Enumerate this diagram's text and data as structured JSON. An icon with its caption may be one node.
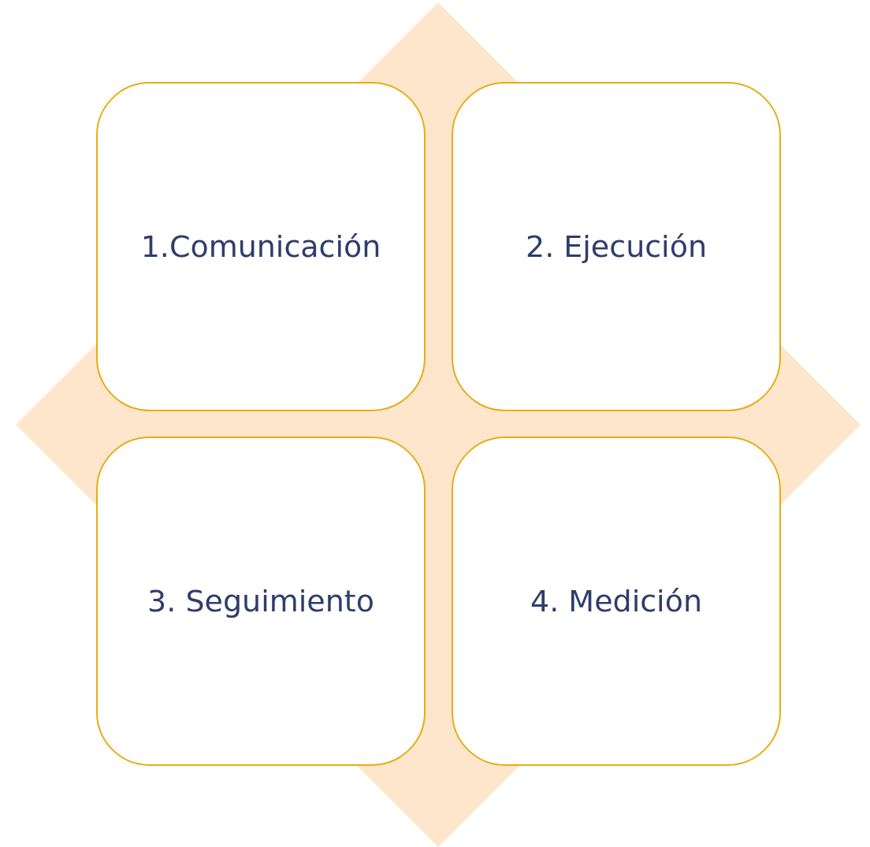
{
  "diagram": {
    "nodes": [
      {
        "text": [],
        "shape": "diamond"
      },
      {
        "text": [
          "1.Comunicación"
        ],
        "in": 0
      },
      {
        "text": [
          "2. Ejecución"
        ],
        "in": 0
      },
      {
        "text": [
          "3. Seguimiento"
        ],
        "in": 0
      },
      {
        "text": [
          "4. Medición"
        ],
        "in": 0
      }
    ]
  }
}
